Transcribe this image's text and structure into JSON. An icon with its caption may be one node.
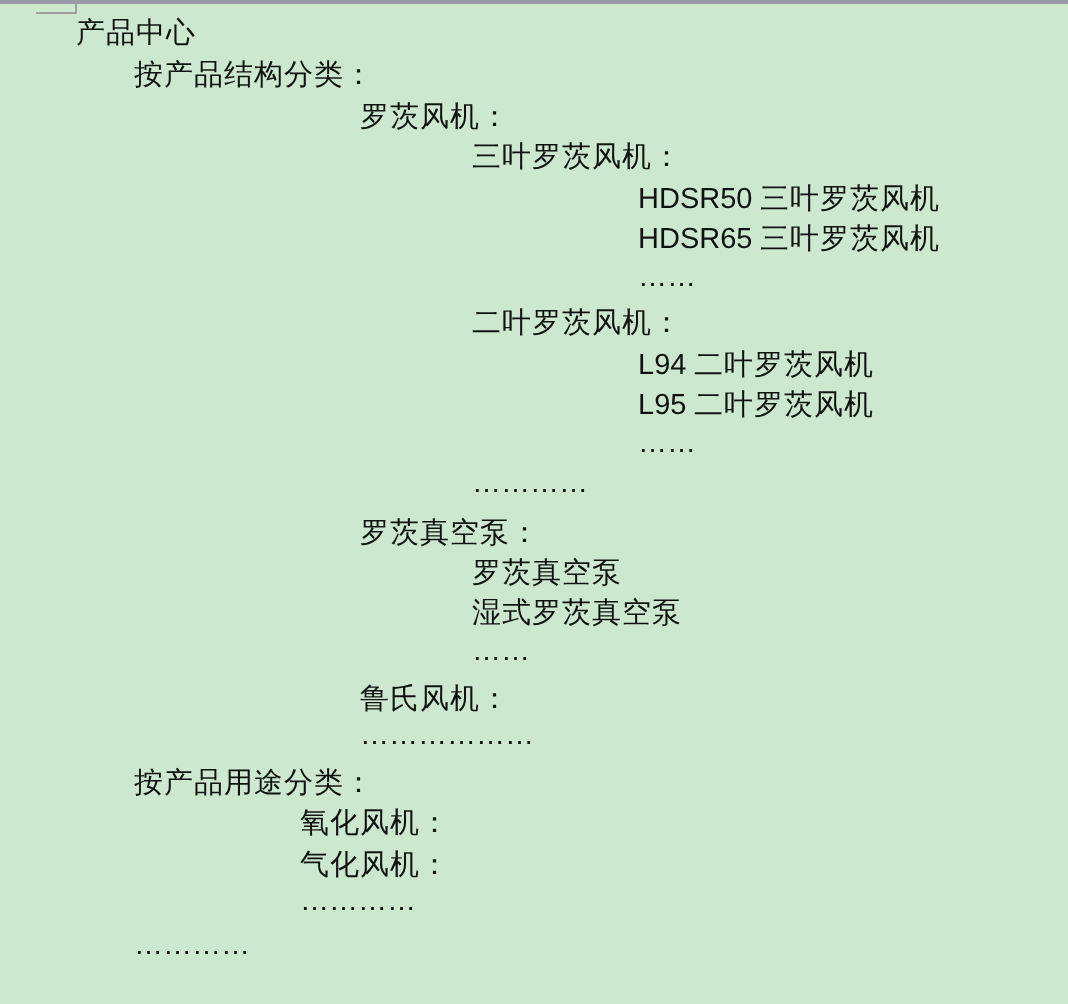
{
  "diagram": {
    "labels": [
      "产品中心",
      "按产品结构分类：",
      "罗茨风机：",
      "三叶罗茨风机：",
      "HDSR50 三叶罗茨风机",
      "HDSR65 三叶罗茨风机",
      "……",
      "二叶罗茨风机：",
      "L94 二叶罗茨风机",
      "L95 二叶罗茨风机",
      "……",
      "…………",
      "罗茨真空泵：",
      "罗茨真空泵",
      "湿式罗茨真空泵",
      "……",
      "鲁氏风机：",
      "………………",
      "按产品用途分类：",
      "氧化风机：",
      "气化风机：",
      "…………",
      "…………"
    ]
  }
}
